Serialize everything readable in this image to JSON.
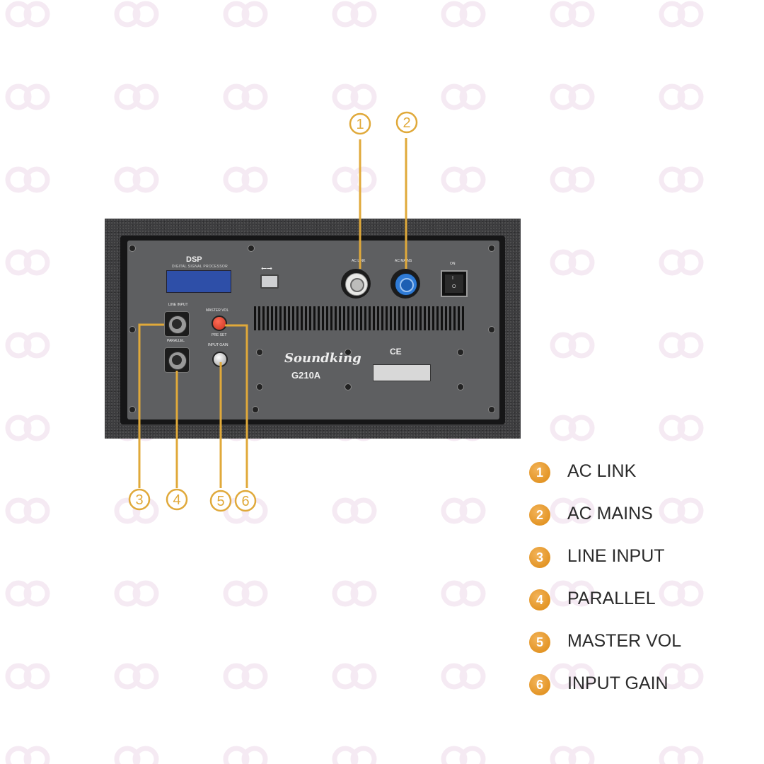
{
  "colors": {
    "callout": "#e0a93a",
    "badge": "#e39526",
    "legend_text": "#2b2b2b",
    "panel": "#5e5f61",
    "lcd": "#2e4fa8"
  },
  "panel": {
    "dsp_title": "DSP",
    "dsp_subtitle": "DIGITAL SIGNAL PROCESSOR",
    "usb_symbol": "⭠⭢",
    "ac_link_label": "AC LINK",
    "ac_mains_label": "AC MAINS",
    "switch_on": "I",
    "switch_off": "O",
    "on_label": "ON",
    "line_input_label": "LINE INPUT",
    "parallel_label": "PARALLEL",
    "master_vol_label": "MASTER VOL",
    "pre_set_label": "PRE SET",
    "input_gain_label": "INPUT GAIN",
    "brand": "Soundking",
    "model": "G210A",
    "cert_marks": "CE"
  },
  "callouts": [
    {
      "number": "1"
    },
    {
      "number": "2"
    },
    {
      "number": "3"
    },
    {
      "number": "4"
    },
    {
      "number": "5"
    },
    {
      "number": "6"
    }
  ],
  "legend": [
    {
      "number": "1",
      "label": "AC LINK"
    },
    {
      "number": "2",
      "label": "AC MAINS"
    },
    {
      "number": "3",
      "label": "LINE INPUT"
    },
    {
      "number": "4",
      "label": "PARALLEL"
    },
    {
      "number": "5",
      "label": "MASTER VOL"
    },
    {
      "number": "6",
      "label": "INPUT GAIN"
    }
  ]
}
